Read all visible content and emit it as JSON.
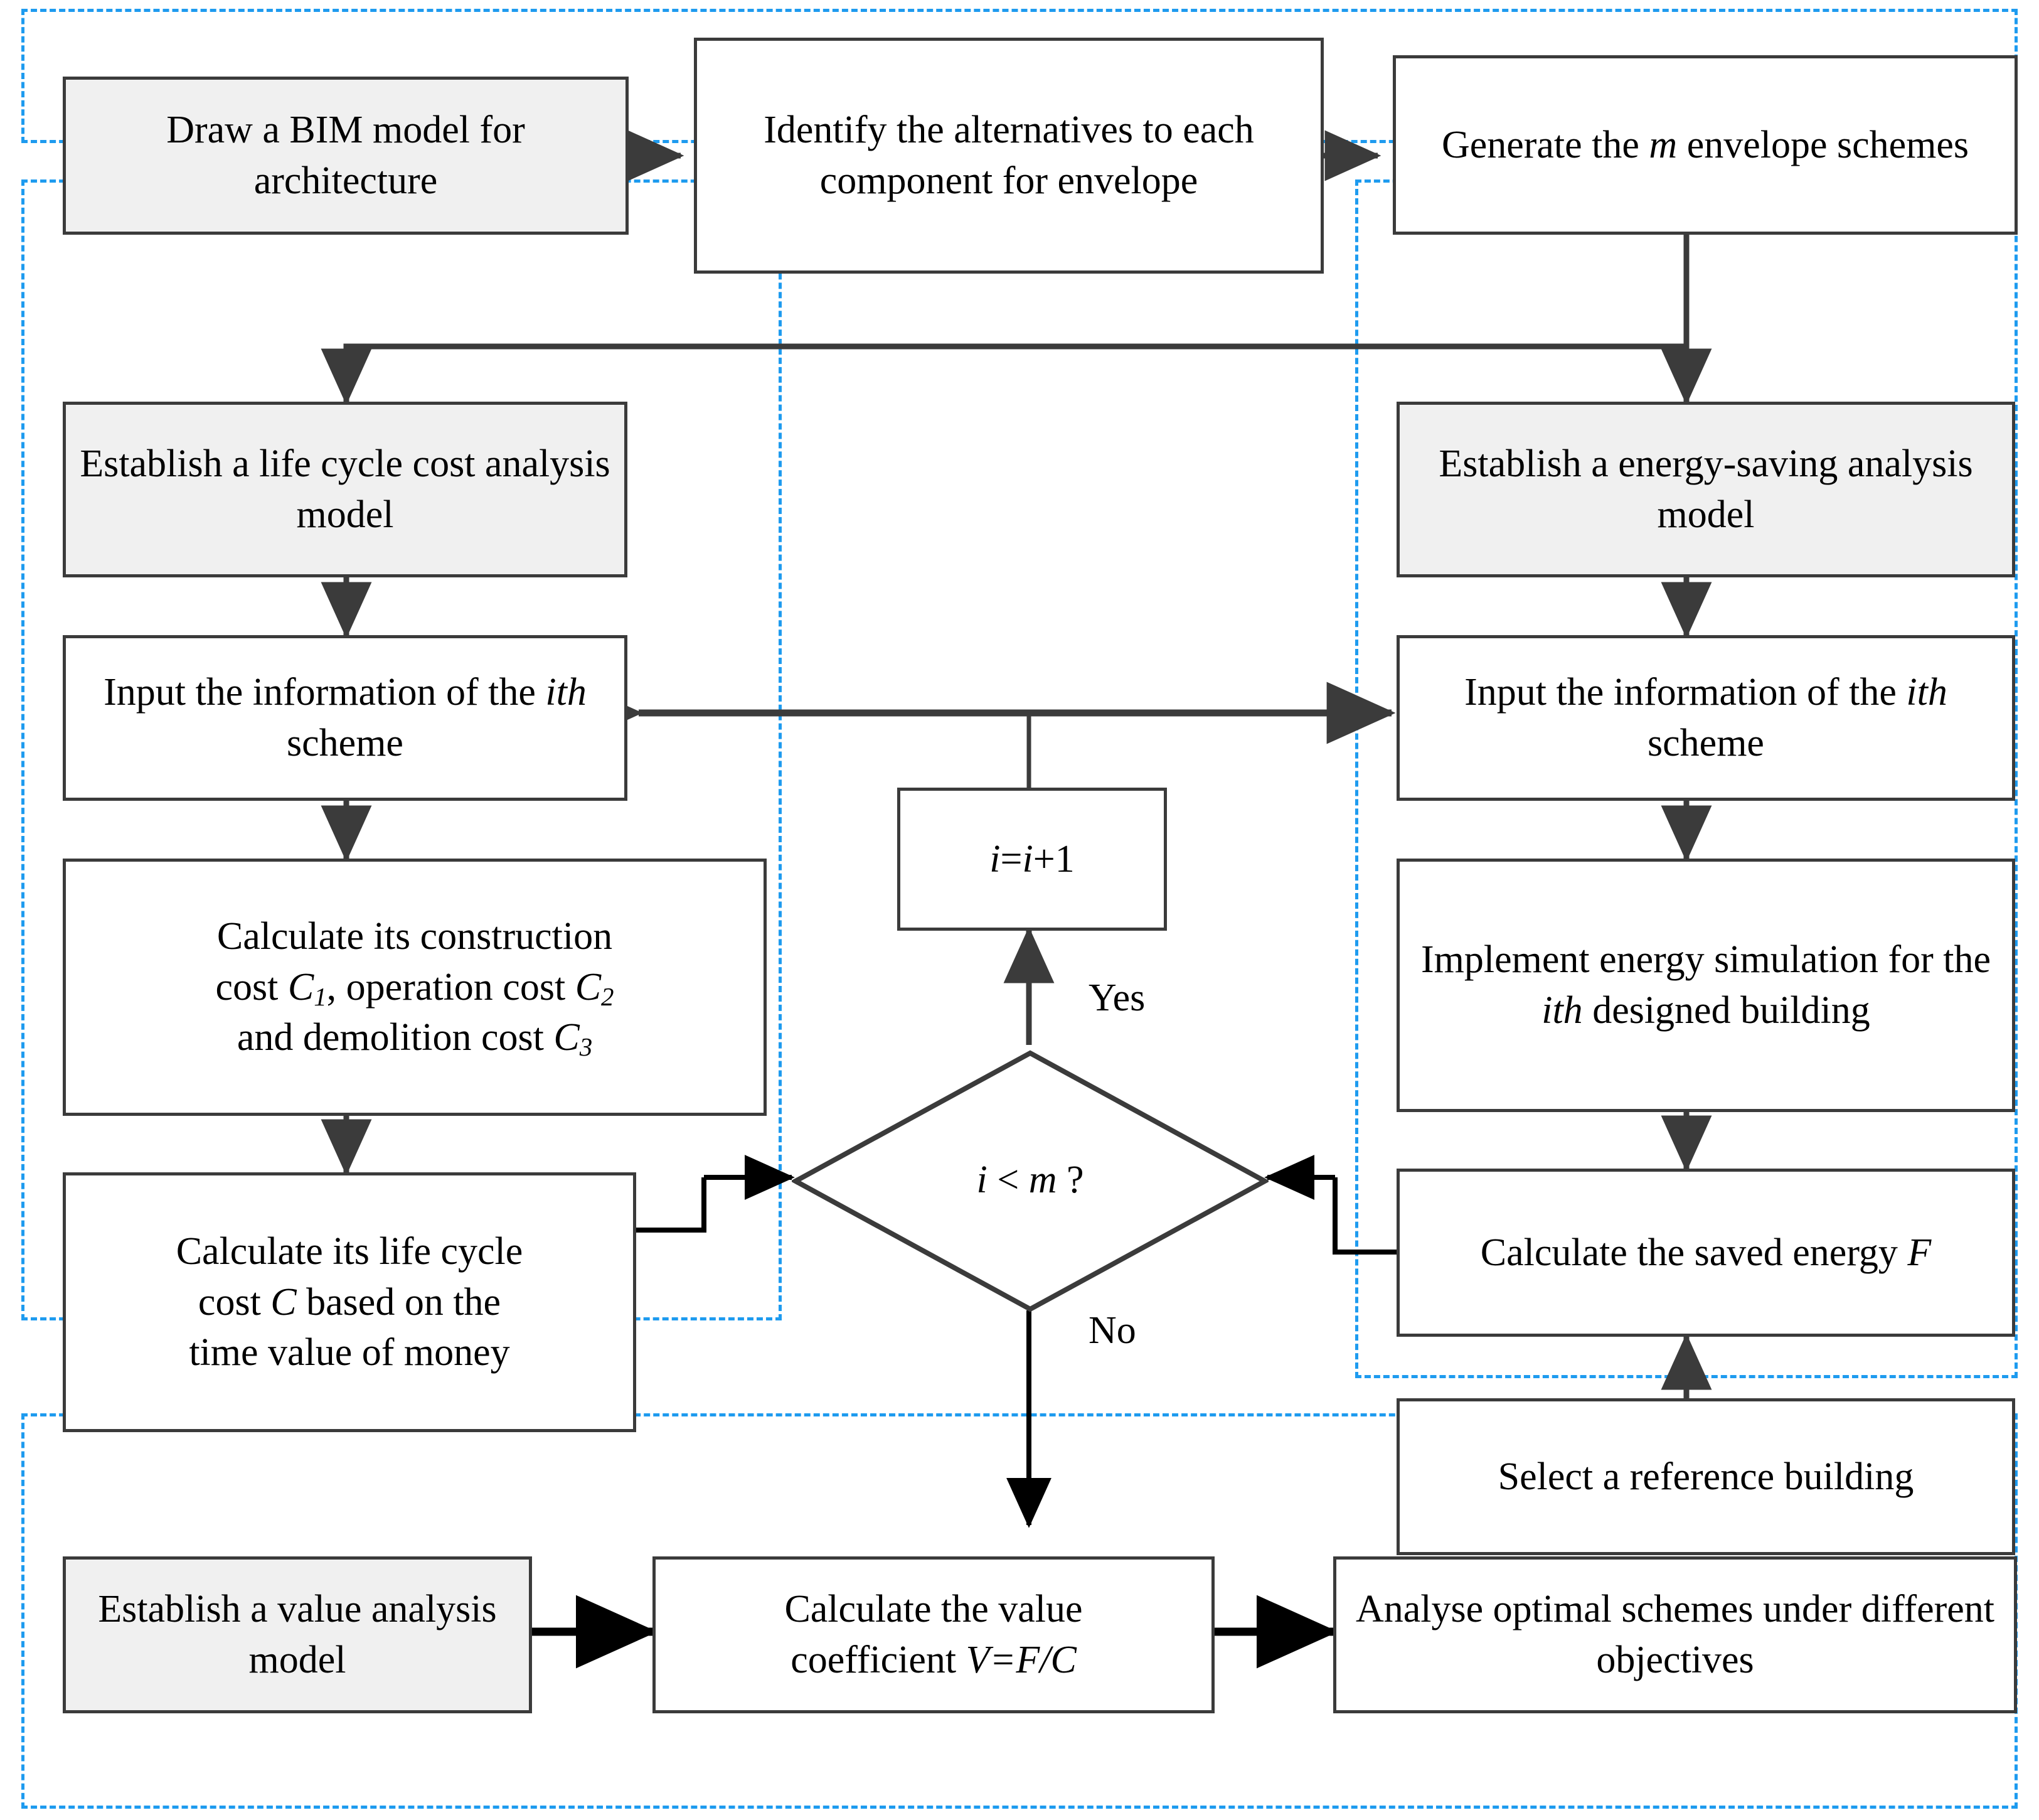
{
  "diagram": {
    "title": "BIM-based envelope scheme life-cycle cost and energy-saving value analysis flowchart",
    "accent_dashed_color": "#1E9BEF",
    "node_border_color": "#3B3B3B",
    "shaded_node_fill": "#F0F0F0",
    "canvas_background": "#ffffff"
  },
  "groups": [
    {
      "id": "group-top",
      "label": ""
    },
    {
      "id": "group-cost",
      "label": ""
    },
    {
      "id": "group-energy",
      "label": ""
    },
    {
      "id": "group-value",
      "label": ""
    }
  ],
  "nodes": {
    "draw_bim": {
      "label": "Draw a BIM model for architecture"
    },
    "identify_alternatives": {
      "label": "Identify the alternatives to each component for envelope"
    },
    "generate_schemes": {
      "label_pre": "Generate the ",
      "label_italic": "m",
      "label_post": " envelope schemes"
    },
    "lcc_model": {
      "label": "Establish a life cycle cost analysis model"
    },
    "lcc_input": {
      "label_pre": "Input the information of the ",
      "label_italic": "ith",
      "label_post": " scheme"
    },
    "lcc_costs": {
      "line1": "Calculate its construction",
      "line2_pre": "cost ",
      "line2_c1": "C",
      "line2_c1_sub": "1",
      "line2_mid": ", operation cost ",
      "line2_c2": "C",
      "line2_c2_sub": "2",
      "line3_pre": "and demolition cost ",
      "line3_c3": "C",
      "line3_c3_sub": "3"
    },
    "lcc_total": {
      "line1": "Calculate its life cycle",
      "line2_pre": "cost ",
      "line2_italic": "C",
      "line2_post": " based on the",
      "line3": "time value of money"
    },
    "es_model": {
      "label": "Establish a energy-saving analysis model"
    },
    "es_input": {
      "label_pre": "Input the information of the ",
      "label_italic": "ith",
      "label_post": " scheme"
    },
    "es_simulation": {
      "label_pre": "Implement energy simulation for the ",
      "label_italic": "ith",
      "label_post": " designed building"
    },
    "es_saved": {
      "label_pre": "Calculate the saved energy ",
      "label_italic": "F",
      "label_post": ""
    },
    "es_reference": {
      "label": "Select a reference building"
    },
    "increment": {
      "label_i1": "i",
      "label_eq": "=",
      "label_i2": "i",
      "label_plus": "+1"
    },
    "decision": {
      "label_i": "i",
      "label_op": " < ",
      "label_m": "m",
      "label_q": " ?"
    },
    "value_model": {
      "label": "Establish a value analysis model"
    },
    "value_coefficient": {
      "line1": "Calculate the value",
      "line2_pre": "coefficient ",
      "line2_v": "V",
      "line2_eq": "=",
      "line2_f": "F",
      "line2_slash": "/",
      "line2_c": "C"
    },
    "value_analyse": {
      "label": "Analyse optimal schemes under different objectives"
    }
  },
  "edge_labels": {
    "yes": "Yes",
    "no": "No"
  }
}
